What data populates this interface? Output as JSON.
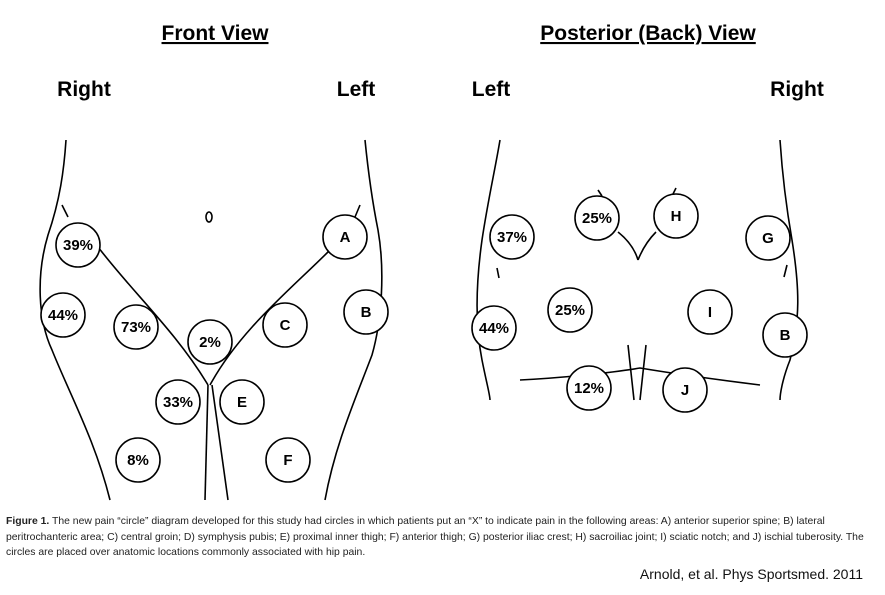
{
  "front": {
    "title": "Front View",
    "side_left": "Right",
    "side_right": "Left",
    "circles": [
      {
        "label": "39%"
      },
      {
        "label": "44%"
      },
      {
        "label": "73%"
      },
      {
        "label": "2%"
      },
      {
        "label": "C"
      },
      {
        "label": "A"
      },
      {
        "label": "B"
      },
      {
        "label": "33%"
      },
      {
        "label": "E"
      },
      {
        "label": "8%"
      },
      {
        "label": "F"
      }
    ]
  },
  "back": {
    "title": "Posterior (Back) View",
    "side_left": "Left",
    "side_right": "Right",
    "circles": [
      {
        "label": "37%"
      },
      {
        "label": "25%"
      },
      {
        "label": "H"
      },
      {
        "label": "G"
      },
      {
        "label": "25%"
      },
      {
        "label": "I"
      },
      {
        "label": "44%"
      },
      {
        "label": "B"
      },
      {
        "label": "12%"
      },
      {
        "label": "J"
      }
    ]
  },
  "caption": {
    "figure_label": "Figure 1.",
    "text": " The new pain “circle” diagram developed for this study had circles in which patients put an “X” to indicate pain in the following areas: A) anterior superior spine; B) lateral peritrochanteric area; C) central groin; D) symphysis pubis; E) proximal inner thigh; F) anterior thigh; G) posterior iliac crest; H) sacroiliac joint; I) sciatic notch; and J) ischial tuberosity. The circles are placed over anatomic locations commonly associated with hip pain."
  },
  "credit": "Arnold, et al. Phys Sportsmed.  2011"
}
